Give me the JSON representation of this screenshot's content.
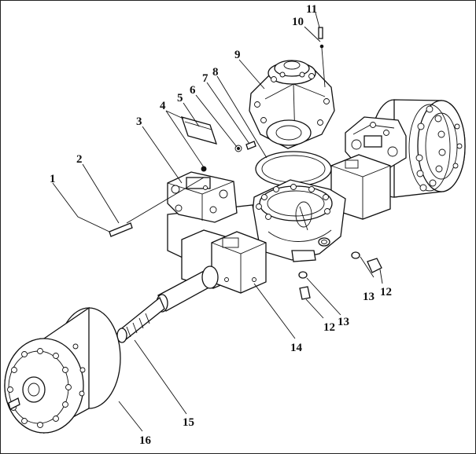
{
  "diagram": {
    "callouts": [
      {
        "id": "c1",
        "text": "1"
      },
      {
        "id": "c2",
        "text": "2"
      },
      {
        "id": "c3",
        "text": "3"
      },
      {
        "id": "c4",
        "text": "4"
      },
      {
        "id": "c5",
        "text": "5"
      },
      {
        "id": "c6",
        "text": "6"
      },
      {
        "id": "c7",
        "text": "7"
      },
      {
        "id": "c8",
        "text": "8"
      },
      {
        "id": "c9",
        "text": "9"
      },
      {
        "id": "c10",
        "text": "10"
      },
      {
        "id": "c11",
        "text": "11"
      },
      {
        "id": "c12a",
        "text": "12"
      },
      {
        "id": "c13a",
        "text": "13"
      },
      {
        "id": "c12b",
        "text": "12"
      },
      {
        "id": "c13b",
        "text": "13"
      },
      {
        "id": "c14",
        "text": "14"
      },
      {
        "id": "c15",
        "text": "15"
      },
      {
        "id": "c16",
        "text": "16"
      }
    ]
  }
}
